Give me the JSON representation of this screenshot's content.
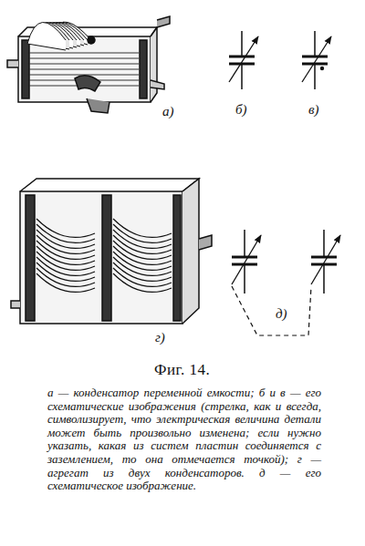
{
  "diagram": {
    "title": "Фиг. 14.",
    "caption": "а — конденсатор переменной емкости; б и в — его схематические изображения (стрелка, как и всегда, символизирует, что электрическая величина детали может быть произвольно изменена; если нужно указать, какая из систем пластин соединяется с заземлением, то она отмечается точкой); г — агрегат из двух конденсаторов. д — его схематическое изображение.",
    "labels": [
      "а)",
      "б)",
      "в)",
      "г)",
      "д)"
    ]
  }
}
